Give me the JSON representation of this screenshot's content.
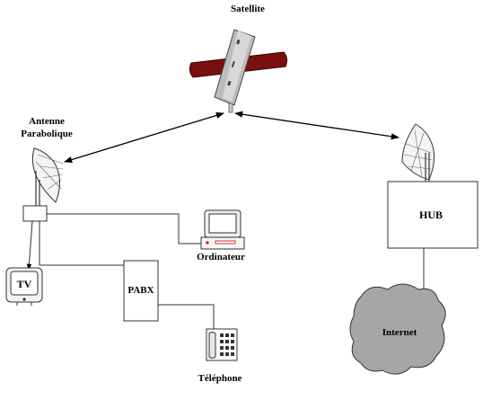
{
  "labels": {
    "satellite": "Satellite",
    "antenna_line1": "Antenne",
    "antenna_line2": "Parabolique",
    "tv": "TV",
    "ordinateur": "Ordinateur",
    "pabx": "PABX",
    "telephone": "Téléphone",
    "hub": "HUB",
    "internet": "Internet"
  },
  "icons": {
    "satellite": "satellite-icon",
    "left_dish": "satellite-dish-icon",
    "right_dish": "satellite-dish-icon",
    "tv": "tv-icon",
    "computer": "computer-icon",
    "telephone": "telephone-icon",
    "cloud": "cloud-icon"
  },
  "colors": {
    "satellite_panels": "#7a0f0f",
    "satellite_body": "#bdbdbd",
    "cloud_fill": "#a6a6a6",
    "lines": "#333333"
  }
}
